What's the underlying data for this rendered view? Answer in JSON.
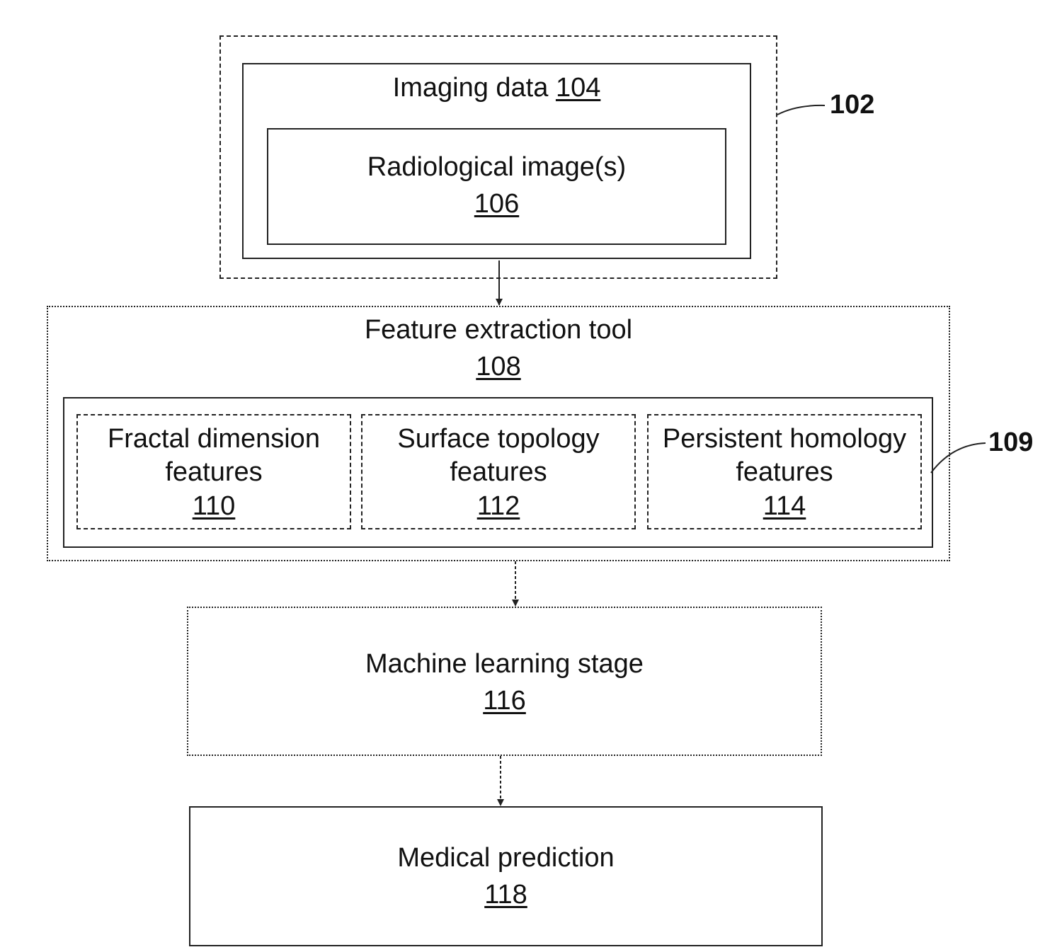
{
  "group_102": {
    "ref": "102"
  },
  "imaging_data": {
    "text": "Imaging data",
    "num": "104"
  },
  "radiological": {
    "text": "Radiological image(s)",
    "num": "106"
  },
  "feature_tool": {
    "text": "Feature extraction tool",
    "num": "108"
  },
  "feature_group": {
    "ref": "109"
  },
  "fractal": {
    "line1": "Fractal dimension",
    "line2": "features",
    "num": "110"
  },
  "surface": {
    "line1": "Surface topology",
    "line2": "features",
    "num": "112"
  },
  "persistent": {
    "line1": "Persistent homology",
    "line2": "features",
    "num": "114"
  },
  "ml_stage": {
    "text": "Machine learning stage",
    "num": "116"
  },
  "prediction": {
    "text": "Medical prediction",
    "num": "118"
  }
}
